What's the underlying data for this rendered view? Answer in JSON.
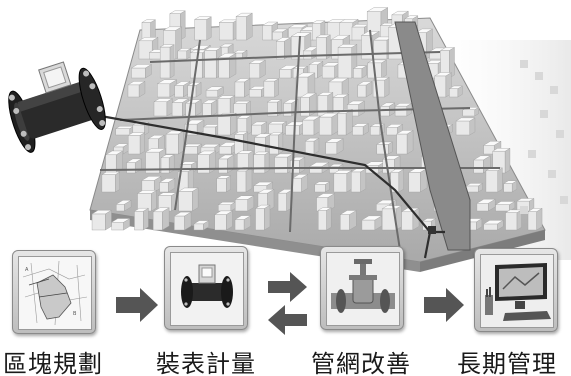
{
  "steps": [
    {
      "label": "區塊規劃",
      "icon": "map-plan-icon"
    },
    {
      "label": "裝表計量",
      "icon": "water-meter-icon"
    },
    {
      "label": "管網改善",
      "icon": "gate-valve-icon"
    },
    {
      "label": "長期管理",
      "icon": "computer-monitor-icon"
    }
  ],
  "illustrations": {
    "city": "city-3d-model-icon",
    "meter": "flow-meter-callout-icon"
  },
  "arrows": [
    {
      "name": "arrow-step1-to-step2",
      "direction": "right"
    },
    {
      "name": "arrow-step2-to-step3",
      "direction": "right"
    },
    {
      "name": "arrow-step3-to-step2",
      "direction": "left"
    },
    {
      "name": "arrow-step3-to-step4",
      "direction": "right"
    }
  ],
  "colors": {
    "tile": "#cfcfcf",
    "arrow": "#555555",
    "pipe": "#3a3a3a",
    "building": "#eeeeee"
  }
}
